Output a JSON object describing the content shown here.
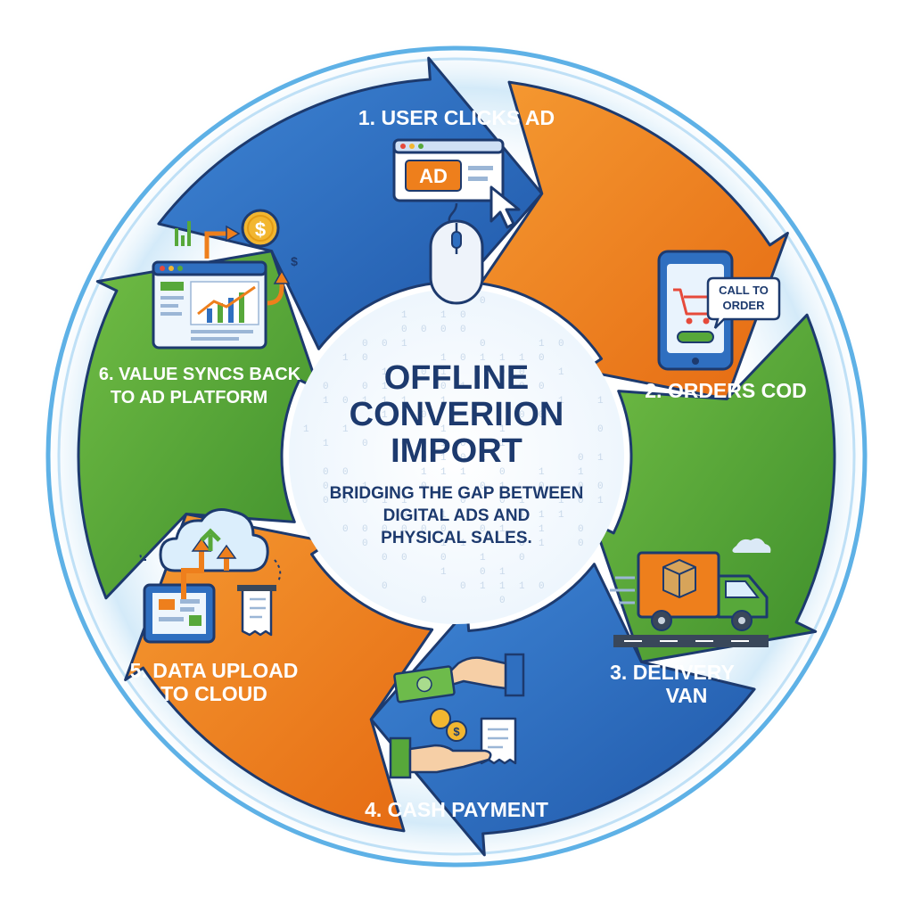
{
  "title": {
    "line1": "OFFLINE",
    "line2": "CONVERIION",
    "line3": "IMPORT"
  },
  "subtitle": {
    "line1": "BRIDGING THE GAP BETWEEN",
    "line2": "DIGITAL ADS AND",
    "line3": "PHYSICAL SALES."
  },
  "steps": [
    {
      "line1": "1. USER CLICKS AD",
      "color": "#2f6fc0",
      "icon": "ad-click-icon",
      "badge": "AD"
    },
    {
      "line1": "2. ORDERS COD",
      "color": "#ee7f1c",
      "icon": "phone-cart-icon",
      "bubble1": "CALL TO",
      "bubble2": "ORDER"
    },
    {
      "line1": "3. DELIVERY",
      "line2": "VAN",
      "color": "#57a83a",
      "icon": "delivery-truck-icon"
    },
    {
      "line1": "4. CASH PAYMENT",
      "color": "#2f6fc0",
      "icon": "cash-payment-icon"
    },
    {
      "line1": "5. DATA UPLOAD",
      "line2": "TO CLOUD",
      "color": "#ee7f1c",
      "icon": "cloud-upload-icon"
    },
    {
      "line1": "6. VALUE SYNCS BACK",
      "line2": "TO AD PLATFORM",
      "color": "#57a83a",
      "icon": "analytics-sync-icon"
    }
  ],
  "colors": {
    "blue": "#2f6fc0",
    "orange": "#ee7f1c",
    "green": "#57a83a",
    "navy": "#1d3a6e",
    "ring": "#6ab8ea"
  }
}
